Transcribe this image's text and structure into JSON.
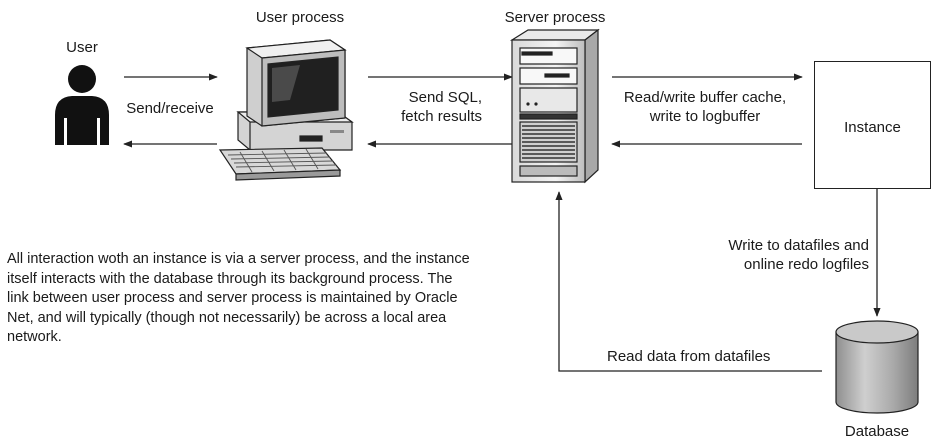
{
  "nodes": {
    "user": "User",
    "user_process": "User process",
    "server_process": "Server process",
    "instance": "Instance",
    "database": "Database"
  },
  "edges": {
    "user_to_process": "Send/receive",
    "process_to_server": [
      "Send SQL,",
      "fetch results"
    ],
    "server_to_instance": [
      "Read/write buffer cache,",
      "write to logbuffer"
    ],
    "instance_to_database": [
      "Write to datafiles and",
      "online redo logfiles"
    ],
    "database_to_server": "Read data from datafiles"
  },
  "caption": [
    "All interaction woth an instance is via a server process, and the instance",
    "itself interacts with the database through its background process. The",
    "link between user process and server process is maintained by Oracle",
    "Net, and will typically (though not necessarily) be across a local area",
    "network."
  ]
}
